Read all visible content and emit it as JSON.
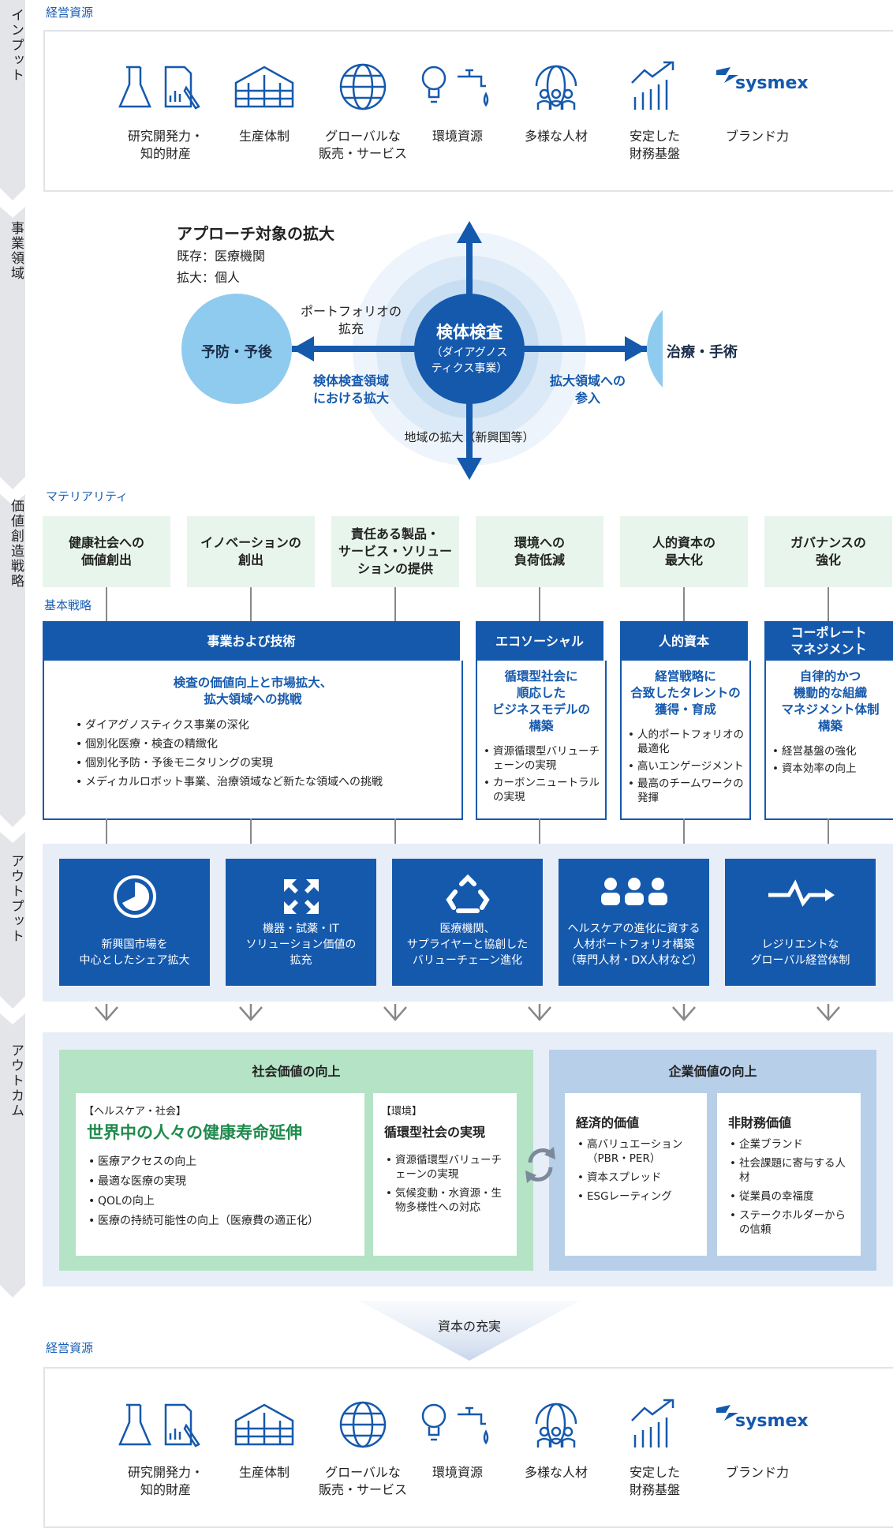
{
  "rails": {
    "input": "インプット",
    "business": "事業領域",
    "strategy": "価値創造戦略",
    "output": "アウトプット",
    "outcome": "アウトカム"
  },
  "resources_label_top": "経営資源",
  "resources_label_bottom": "経営資源",
  "resources": [
    {
      "label1": "研究開発力・",
      "label2": "知的財産",
      "icon": "flask-document-icon"
    },
    {
      "label1": "生産体制",
      "label2": "",
      "icon": "factory-icon"
    },
    {
      "label1": "グローバルな",
      "label2": "販売・サービス",
      "icon": "globe-icon"
    },
    {
      "label1": "環境資源",
      "label2": "",
      "icon": "lightbulb-faucet-icon"
    },
    {
      "label1": "多様な人材",
      "label2": "",
      "icon": "people-globe-icon"
    },
    {
      "label1": "安定した",
      "label2": "財務基盤",
      "icon": "growth-chart-icon"
    },
    {
      "label1": "ブランド力",
      "label2": "",
      "icon": "sysmex-logo-icon"
    }
  ],
  "brand_logo_text": "sysmex",
  "business": {
    "approach_title": "アプローチ対象の拡大",
    "existing": "既存：医療機関",
    "expansion": "拡大：個人",
    "center_title": "検体検査",
    "center_sub1": "（ダイアグノス",
    "center_sub2": "ティクス事業）",
    "left_circle": "予防・予後",
    "right_circle": "治療・手術",
    "portfolio1": "ポートフォリオの",
    "portfolio2": "拡充",
    "left_arrow1": "検体検査領域",
    "left_arrow2": "における拡大",
    "right_arrow1": "拡大領域への",
    "right_arrow2": "参入",
    "region": "地域の拡大（新興国等）"
  },
  "materiality_label": "マテリアリティ",
  "basic_strategy_label": "基本戦略",
  "materiality": [
    {
      "l1": "健康社会への",
      "l2": "価値創出",
      "l3": ""
    },
    {
      "l1": "イノベーションの",
      "l2": "創出",
      "l3": ""
    },
    {
      "l1": "責任ある製品・",
      "l2": "サービス・ソリュー",
      "l3": "ションの提供"
    },
    {
      "l1": "環境への",
      "l2": "負荷低減",
      "l3": ""
    },
    {
      "l1": "人的資本の",
      "l2": "最大化",
      "l3": ""
    },
    {
      "l1": "ガバナンスの",
      "l2": "強化",
      "l3": ""
    }
  ],
  "strategies": {
    "business": {
      "head": "事業および技術",
      "title1": "検査の価値向上と市場拡大、",
      "title2": "拡大領域への挑戦",
      "items": [
        "ダイアグノスティクス事業の深化",
        "個別化医療・検査の精緻化",
        "個別化予防・予後モニタリングの実現",
        "メディカルロボット事業、治療領域など新たな領域への挑戦"
      ]
    },
    "eco": {
      "head": "エコソーシャル",
      "title": [
        "循環型社会に",
        "順応した",
        "ビジネスモデルの",
        "構築"
      ],
      "items": [
        "資源循環型バリューチェーンの実現",
        "カーボンニュートラルの実現"
      ]
    },
    "human": {
      "head": "人的資本",
      "title": [
        "経営戦略に",
        "合致したタレントの",
        "獲得・育成"
      ],
      "items": [
        "人的ポートフォリオの最適化",
        "高いエンゲージメント",
        "最高のチームワークの発揮"
      ]
    },
    "corporate": {
      "head1": "コーポレート",
      "head2": "マネジメント",
      "title": [
        "自律的かつ",
        "機動的な組織",
        "マネジメント体制",
        "構築"
      ],
      "items": [
        "経営基盤の強化",
        "資本効率の向上"
      ]
    }
  },
  "outputs": [
    {
      "icon": "globe-pie-icon",
      "l1": "新興国市場を",
      "l2": "中心としたシェア拡大",
      "l3": ""
    },
    {
      "icon": "expand-arrows-icon",
      "l1": "機器・試薬・IT",
      "l2": "ソリューション価値の",
      "l3": "拡充"
    },
    {
      "icon": "recycle-icon",
      "l1": "医療機関、",
      "l2": "サプライヤーと協創した",
      "l3": "バリューチェーン進化"
    },
    {
      "icon": "three-people-icon",
      "l1": "ヘルスケアの進化に資する",
      "l2": "人材ポートフォリオ構築",
      "l3": "（専門人材・DX人材など）"
    },
    {
      "icon": "pulse-arrow-icon",
      "l1": "レジリエントな",
      "l2": "グローバル経営体制",
      "l3": ""
    }
  ],
  "outcome": {
    "social_title": "社会価値の向上",
    "corporate_title": "企業価値の向上",
    "health_tag": "【ヘルスケア・社会】",
    "health_title": "世界中の人々の健康寿命延伸",
    "health_items": [
      "医療アクセスの向上",
      "最適な医療の実現",
      "QOLの向上",
      "医療の持続可能性の向上（医療費の適正化）"
    ],
    "env_tag": "【環境】",
    "env_title": "循環型社会の実現",
    "env_items": [
      "資源循環型バリューチェーンの実現",
      "気候変動・水資源・生物多様性への対応"
    ],
    "econ_title": "経済的価値",
    "econ_items": [
      "高バリュエーション（PBR・PER）",
      "資本スプレッド",
      "ESGレーティング"
    ],
    "nonfin_title": "非財務価値",
    "nonfin_items": [
      "企業ブランド",
      "社会課題に寄与する人材",
      "従業員の幸福度",
      "ステークホルダーからの信頼"
    ]
  },
  "capital_enrichment": "資本の充実",
  "colors": {
    "primary": "#1559ad",
    "light_blue": "#8fcbef",
    "mint": "#e8f5ec",
    "green_outcome": "#b4e3c5",
    "blue_outcome": "#b7cfe8",
    "pale_bg": "#e8eef8"
  }
}
